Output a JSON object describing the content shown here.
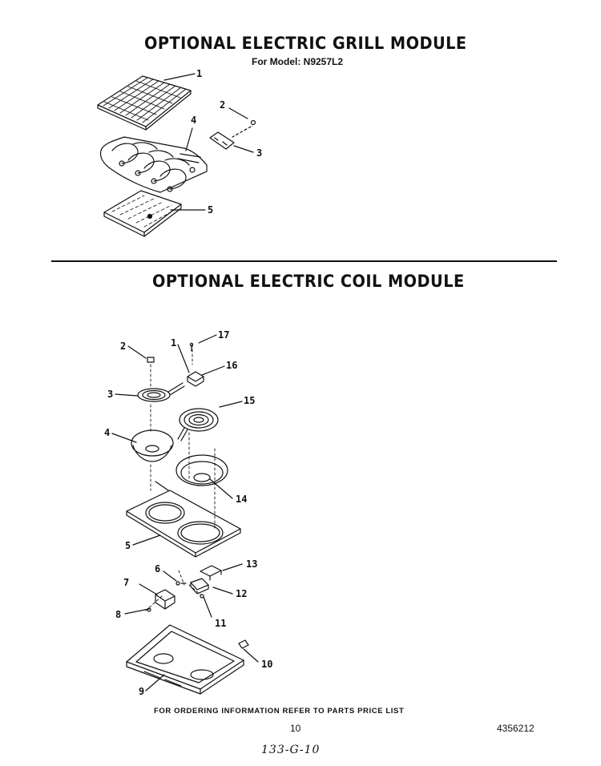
{
  "grill_module": {
    "title": "OPTIONAL ELECTRIC GRILL MODULE",
    "subtitle": "For Model: N9257L2",
    "callouts": [
      "1",
      "2",
      "3",
      "4",
      "5"
    ]
  },
  "coil_module": {
    "title": "OPTIONAL ELECTRIC COIL MODULE",
    "callouts": [
      "1",
      "2",
      "3",
      "4",
      "5",
      "6",
      "7",
      "8",
      "9",
      "10",
      "11",
      "12",
      "13",
      "14",
      "15",
      "16",
      "17"
    ]
  },
  "footer": {
    "ordering_note": "FOR ORDERING INFORMATION REFER TO PARTS PRICE LIST",
    "page_number": "10",
    "document_number": "4356212",
    "handwritten_code": "133-G-10"
  }
}
